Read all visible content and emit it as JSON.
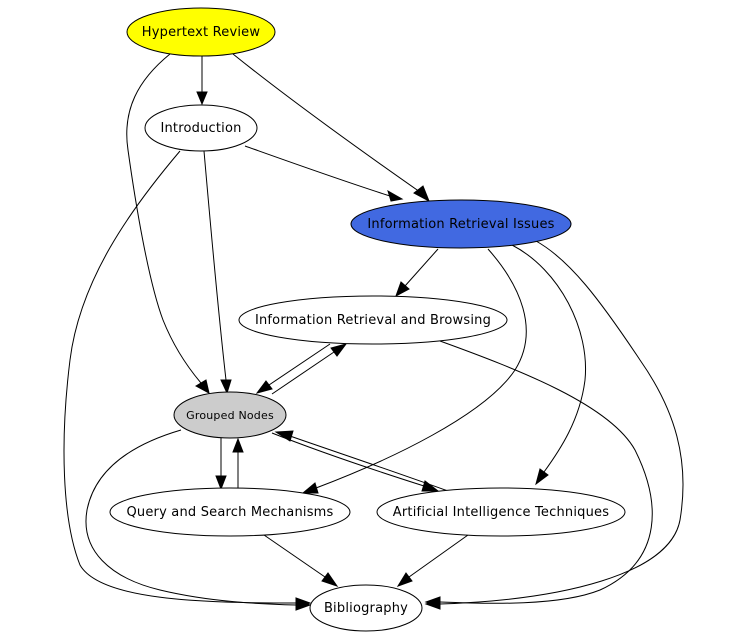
{
  "diagram": {
    "nodes": {
      "hypertext_review": {
        "label": "Hypertext Review",
        "fill": "#ffff00"
      },
      "introduction": {
        "label": "Introduction",
        "fill": "#ffffff"
      },
      "ir_issues": {
        "label": "Information Retrieval Issues",
        "fill": "#4169e1"
      },
      "ir_browsing": {
        "label": "Information Retrieval and Browsing",
        "fill": "#ffffff"
      },
      "grouped_nodes": {
        "label": "Grouped Nodes",
        "fill": "#cccccc"
      },
      "query_search": {
        "label": "Query and Search Mechanisms",
        "fill": "#ffffff"
      },
      "ai_techniques": {
        "label": "Artificial Intelligence Techniques",
        "fill": "#ffffff"
      },
      "bibliography": {
        "label": "Bibliography",
        "fill": "#ffffff"
      }
    },
    "edges": [
      {
        "from": "hypertext_review",
        "to": "introduction"
      },
      {
        "from": "hypertext_review",
        "to": "ir_issues"
      },
      {
        "from": "hypertext_review",
        "to": "grouped_nodes"
      },
      {
        "from": "introduction",
        "to": "ir_issues"
      },
      {
        "from": "introduction",
        "to": "grouped_nodes"
      },
      {
        "from": "introduction",
        "to": "bibliography"
      },
      {
        "from": "ir_issues",
        "to": "ir_browsing"
      },
      {
        "from": "ir_issues",
        "to": "query_search"
      },
      {
        "from": "ir_issues",
        "to": "ai_techniques"
      },
      {
        "from": "ir_issues",
        "to": "bibliography"
      },
      {
        "from": "ir_browsing",
        "to": "grouped_nodes"
      },
      {
        "from": "grouped_nodes",
        "to": "ir_browsing"
      },
      {
        "from": "ir_browsing",
        "to": "bibliography"
      },
      {
        "from": "grouped_nodes",
        "to": "query_search"
      },
      {
        "from": "query_search",
        "to": "grouped_nodes"
      },
      {
        "from": "grouped_nodes",
        "to": "ai_techniques"
      },
      {
        "from": "ai_techniques",
        "to": "grouped_nodes"
      },
      {
        "from": "grouped_nodes",
        "to": "bibliography"
      },
      {
        "from": "query_search",
        "to": "bibliography"
      },
      {
        "from": "ai_techniques",
        "to": "bibliography"
      }
    ]
  }
}
